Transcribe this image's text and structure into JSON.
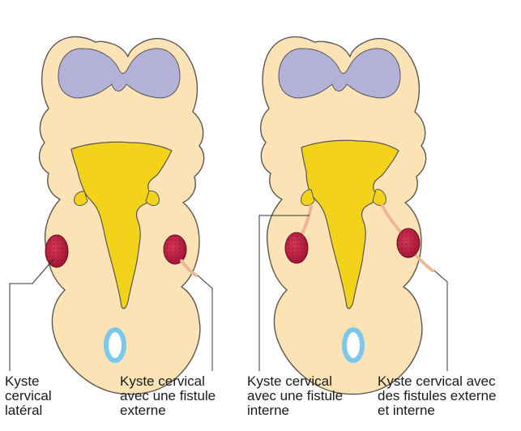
{
  "captions": {
    "left_left": {
      "line1": "Kyste",
      "line2": "cervical",
      "line3": "latéral"
    },
    "left_right": {
      "line1": "Kyste cervical",
      "line2": "avec une fistule",
      "line3": "externe"
    },
    "right_left": {
      "line1": "Kyste cervical",
      "line2": "avec une fistule",
      "line3": "interne"
    },
    "right_right": {
      "line1": "Kyste cervical avec",
      "line2": "des fistules externe",
      "line3": "et interne"
    }
  },
  "colors": {
    "tissue": "#fbe3b6",
    "outline": "#5b5650",
    "brain": "#b3b1d8",
    "pharynx": "#f3d21a",
    "cyst": "#c22245",
    "trachea": "#7cc8ea",
    "duct": "#ecb692"
  }
}
